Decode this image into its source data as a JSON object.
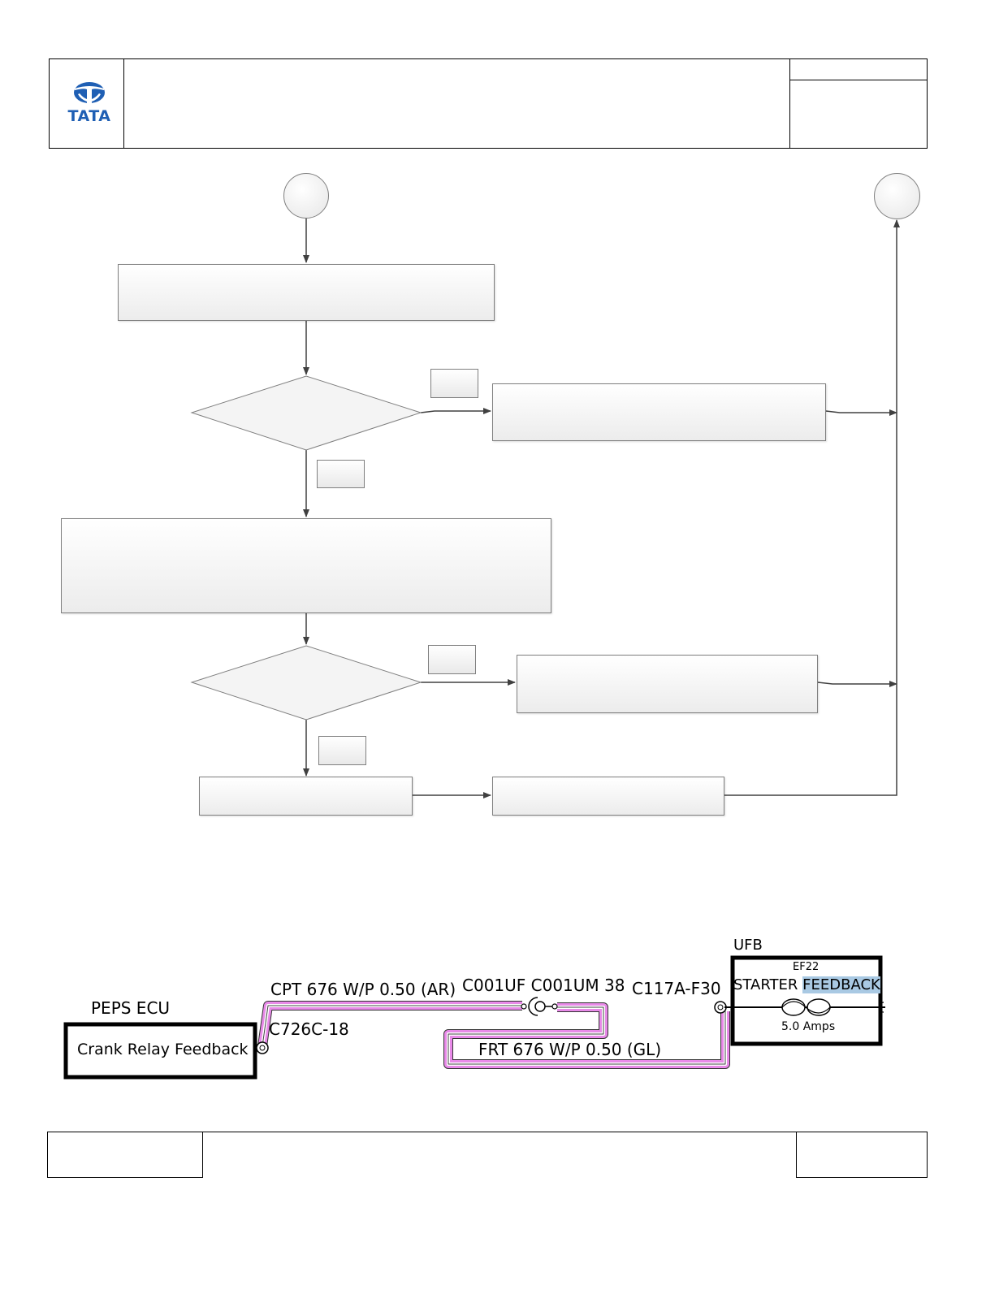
{
  "header": {
    "logo_text": "TATA",
    "title": "",
    "doc_ref": "",
    "doc_info": ""
  },
  "flowchart": {
    "start_connector": "",
    "end_connector": "",
    "step_1": "",
    "decision_1": "",
    "decision_1_yes": "",
    "decision_1_no": "",
    "action_1": "",
    "step_2": "",
    "decision_2": "",
    "decision_2_yes": "",
    "decision_2_no": "",
    "action_2": "",
    "step_3": "",
    "step_4": ""
  },
  "wiring": {
    "ecu_name": "PEPS ECU",
    "ecu_pin_label": "Crank Relay Feedback",
    "wire_1_label": "CPT  676 W/P 0.50 (AR)",
    "connector_1": "C726C-18",
    "inline_connector": "C001UF C001UM 38",
    "wire_2_label": "FRT  676 W/P 0.50 (GL)",
    "connector_2": "C117A-F30",
    "fuse_box": "UFB",
    "fuse_id": "EF22",
    "fuse_name_1": "STARTER",
    "fuse_name_2": "FEEDBACK",
    "fuse_rating": "5.0 Amps",
    "wire_color": "#e88ae8",
    "highlight_color": "#a9c9e3"
  },
  "footer": {
    "left": "",
    "center": "",
    "right": ""
  }
}
